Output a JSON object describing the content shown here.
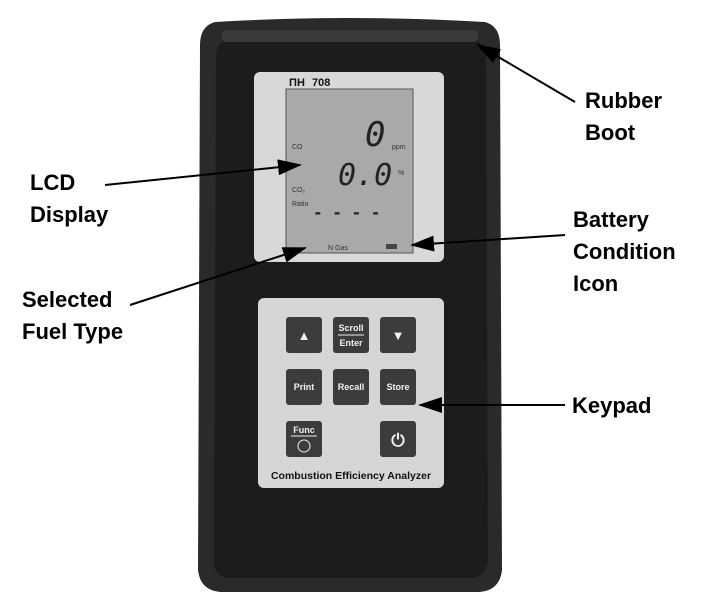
{
  "callouts": {
    "rubber_boot": [
      "Rubber",
      "Boot"
    ],
    "lcd_display": [
      "LCD",
      "Display"
    ],
    "battery_icon": [
      "Battery",
      "Condition",
      "Icon"
    ],
    "fuel_type": [
      "Selected",
      "Fuel Type"
    ],
    "keypad": "Keypad"
  },
  "device": {
    "model": "708",
    "product_name": "Combustion Efficiency Analyzer",
    "lcd": {
      "co_label": "CO",
      "co_value": "0",
      "co_unit": "ppm",
      "co2_label": "CO₂",
      "co2_value": "0.0",
      "co2_unit": "%",
      "ratio_label": "Ratio",
      "ratio_value": "- - - -",
      "fuel": "N Gas"
    },
    "keys": {
      "up": "▲",
      "scroll": "Scroll",
      "enter": "Enter",
      "down": "▼",
      "print": "Print",
      "recall": "Recall",
      "store": "Store",
      "func": "Func",
      "power": "⏻"
    }
  }
}
